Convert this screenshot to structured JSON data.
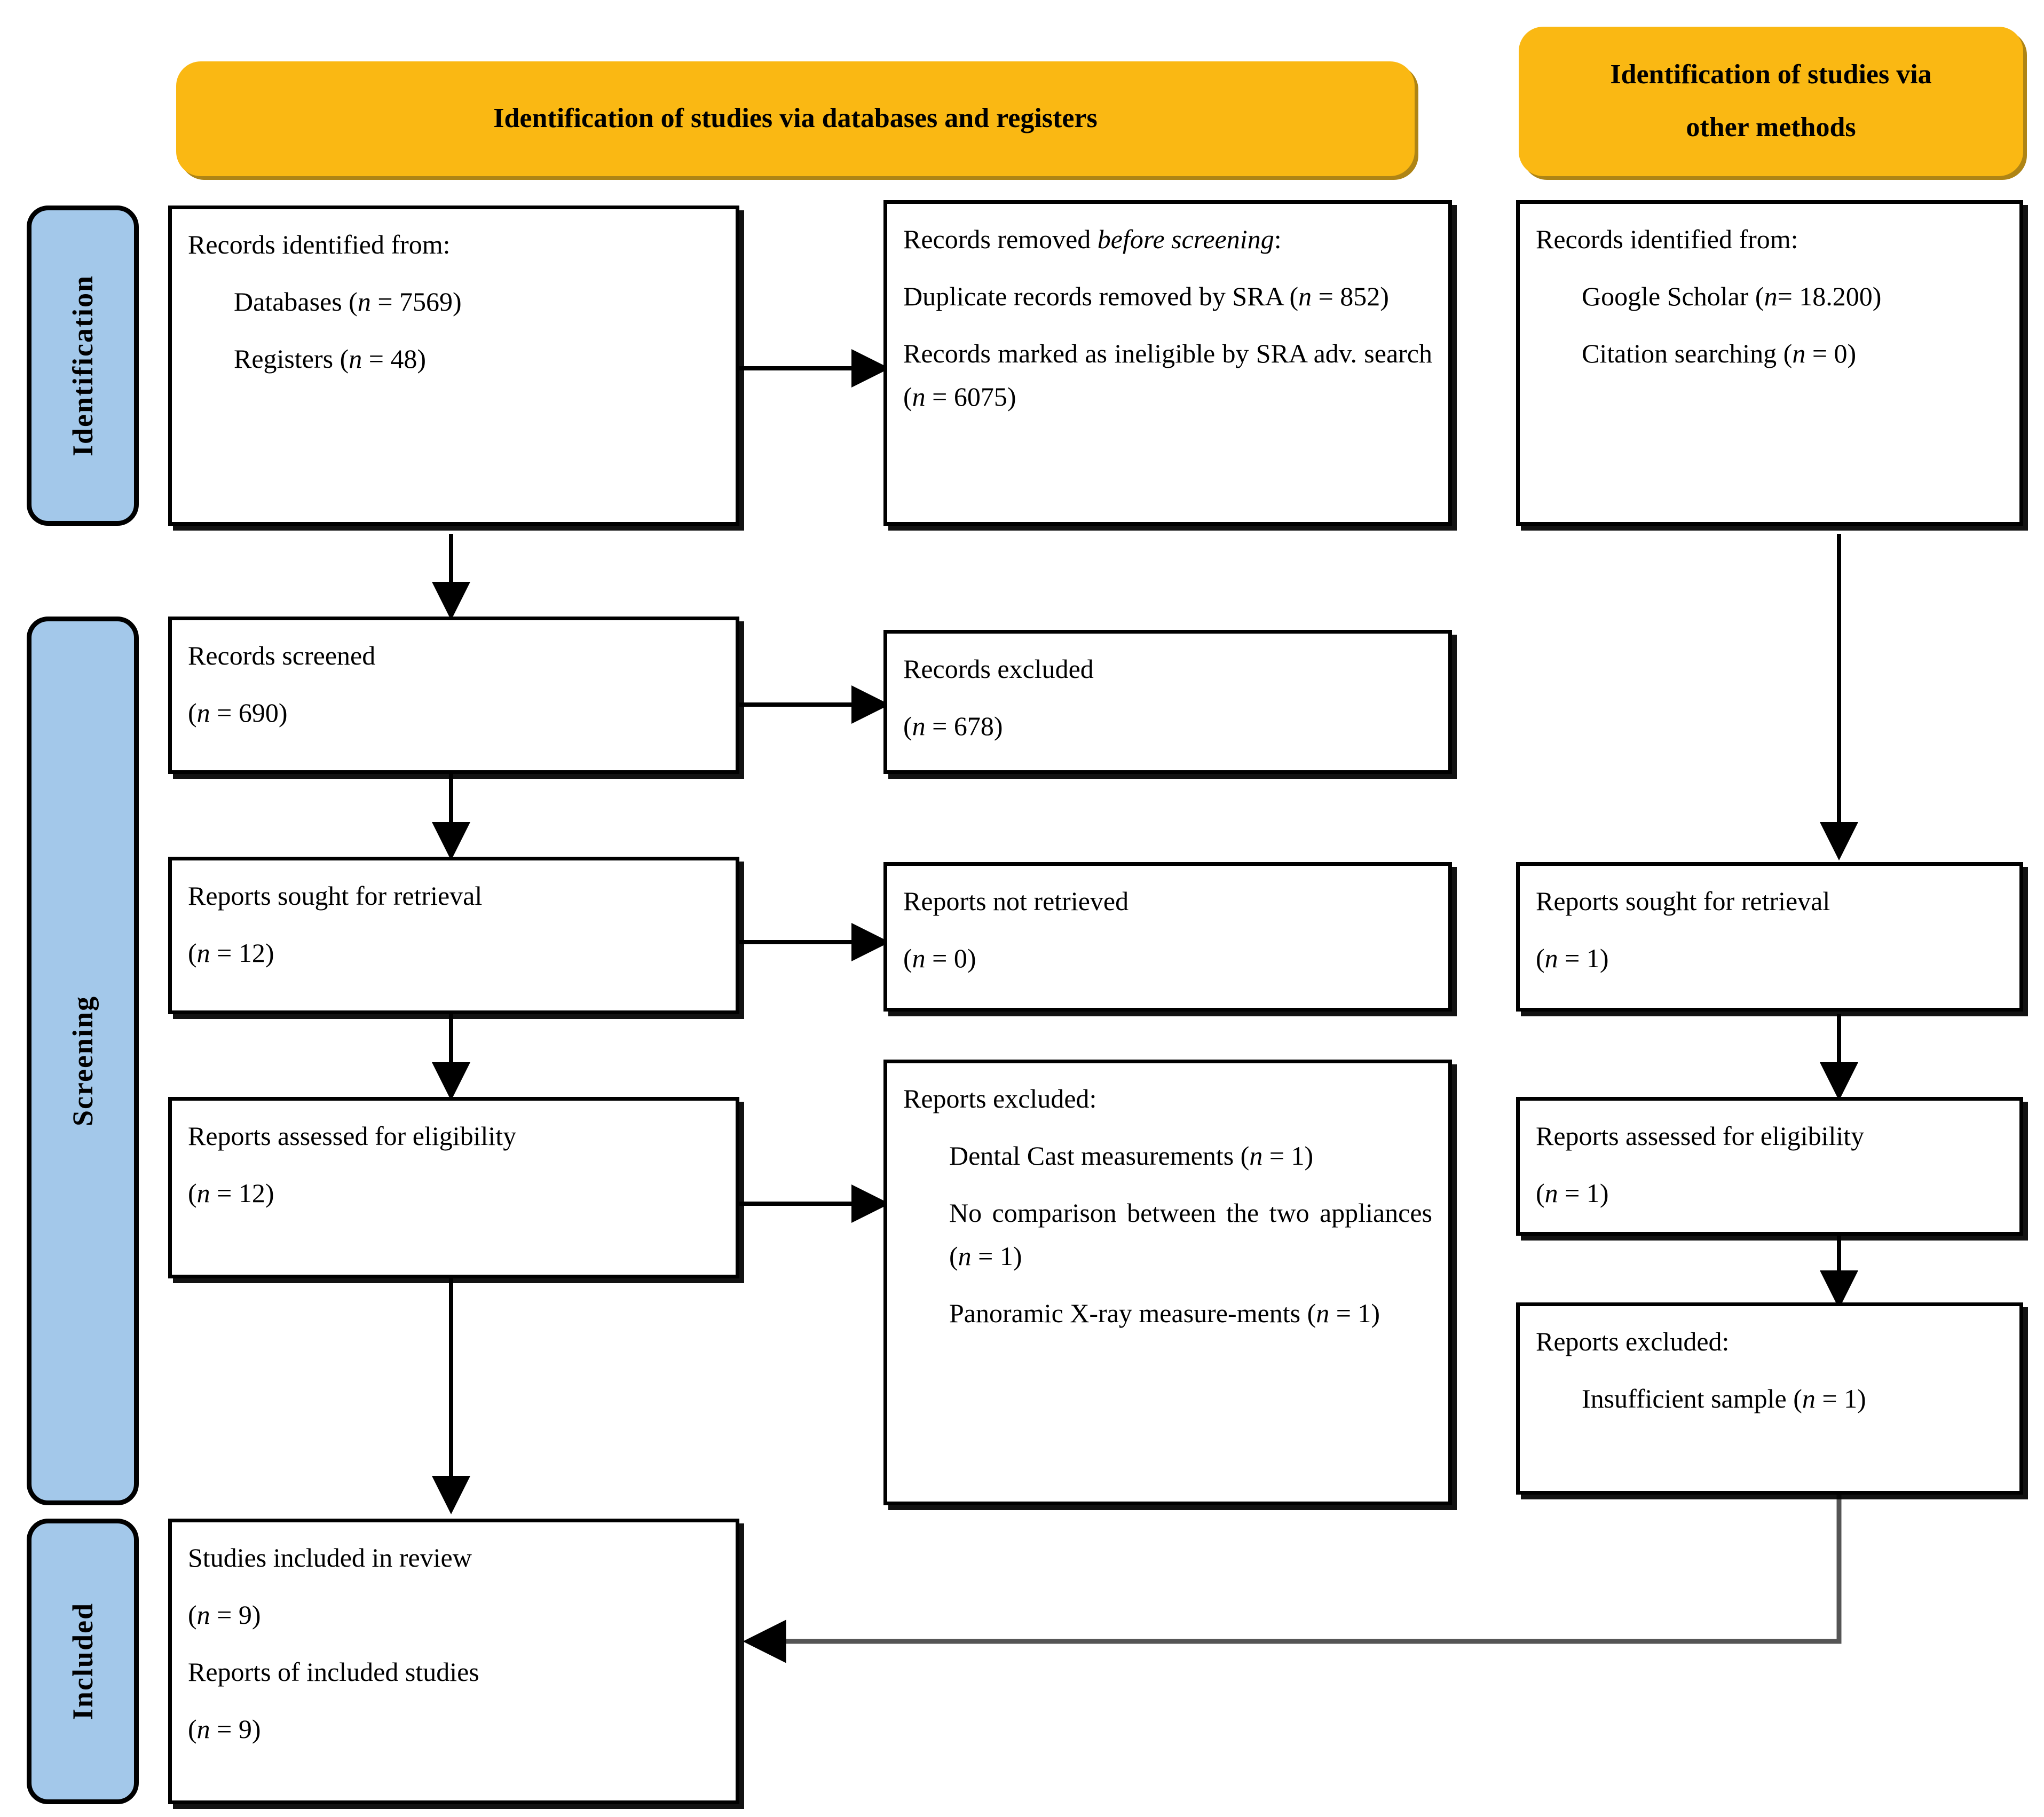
{
  "colors": {
    "banner_fill": "#FAB813",
    "banner_shadow": "#AA7D08",
    "phase_fill": "#A3C8EA",
    "box_border": "#000000",
    "page_background": "#FFFFFF"
  },
  "banners": {
    "databases": "Identification of studies via databases and registers",
    "other_methods_line1": "Identification of studies via",
    "other_methods_line2": "other methods"
  },
  "phases": {
    "identification": "Identification",
    "screening": "Screening",
    "included": "Included"
  },
  "boxes": {
    "records_identified": {
      "title": "Records identified from:",
      "items": [
        "Databases (n = 7569)",
        "Registers (n = 48)"
      ]
    },
    "records_removed": {
      "title_plain": "Records removed ",
      "title_italic": "before screening",
      "title_tail": ":",
      "lines": [
        "Duplicate records removed by SRA (n = 852)",
        "Records marked as ineligible by SRA adv. search (n = 6075)"
      ]
    },
    "other_identified": {
      "title": "Records identified from:",
      "items": [
        "Google Scholar (n= 18.200)",
        "Citation searching (n = 0)"
      ]
    },
    "records_screened": {
      "title": "Records screened",
      "count": "(n = 690)"
    },
    "records_excluded": {
      "title": "Records excluded",
      "count": "(n = 678)"
    },
    "reports_sought_left": {
      "title": "Reports sought for retrieval",
      "count": "(n = 12)"
    },
    "reports_not_retrieved": {
      "title": "Reports not retrieved",
      "count": "(n = 0)"
    },
    "reports_sought_right": {
      "title": "Reports sought for retrieval",
      "count": "(n = 1)"
    },
    "reports_assessed_left": {
      "title": "Reports assessed for eligibility",
      "count": "(n = 12)"
    },
    "reports_assessed_right": {
      "title": "Reports assessed for eligibility",
      "count": "(n = 1)"
    },
    "reports_excluded_left": {
      "title": "Reports excluded:",
      "reasons": [
        "Dental Cast measurements (n = 1)",
        "No comparison between the two appliances (n = 1)",
        "Panoramic X-ray measure-ments (n = 1)"
      ]
    },
    "reports_excluded_right": {
      "title": "Reports excluded:",
      "reasons": [
        "Insufficient sample (n = 1)"
      ]
    },
    "studies_included": {
      "line1": "Studies included in review",
      "count1": "(n = 9)",
      "line2": "Reports of included studies",
      "count2": "(n = 9)"
    }
  }
}
